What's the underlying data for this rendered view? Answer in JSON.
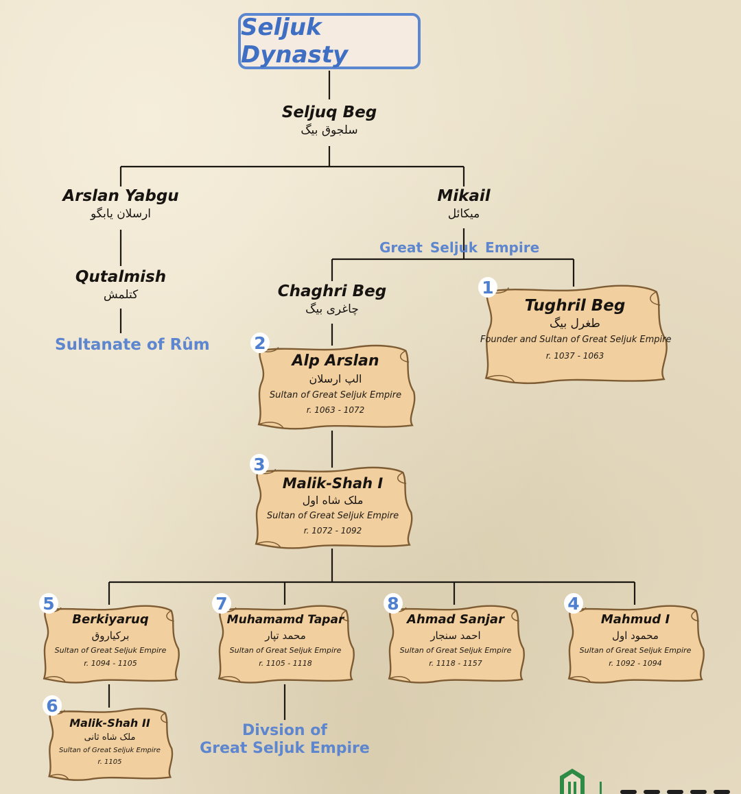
{
  "title": "Seljuk Dynasty",
  "people": {
    "seljuq": {
      "name": "Seljuq Beg",
      "native": "سلجوق بیگ"
    },
    "arslan_yabgu": {
      "name": "Arslan Yabgu",
      "native": "ارسلان یابگو"
    },
    "mikail": {
      "name": "Mikail",
      "native": "میکائل"
    },
    "qutalmish": {
      "name": "Qutalmish",
      "native": "کتلمش"
    },
    "chaghri": {
      "name": "Chaghri Beg",
      "native": "چاغری بیگ"
    }
  },
  "labels": {
    "sultanate_rum": "Sultanate of Rûm",
    "great_seljuk_empire": "Great Seljuk Empire",
    "division_line1": "Divsion of",
    "division_line2": "Great Seljuk Empire"
  },
  "rulers": {
    "tughril": {
      "number": "1",
      "name": "Tughril Beg",
      "native": "طغرل بیگ",
      "role": "Founder and Sultan of Great Seljuk Empire",
      "reign": "r. 1037 - 1063"
    },
    "alp_arslan": {
      "number": "2",
      "name": "Alp Arslan",
      "native": "الپ ارسلان",
      "role": "Sultan of Great Seljuk Empire",
      "reign": "r. 1063 - 1072"
    },
    "malik_shah_1": {
      "number": "3",
      "name": "Malik-Shah I",
      "native": "ملک شاه اول",
      "role": "Sultan of Great Seljuk Empire",
      "reign": "r. 1072 - 1092"
    },
    "berkiyaruq": {
      "number": "5",
      "name": "Berkiyaruq",
      "native": "برکیاروق",
      "role": "Sultan of Great Seljuk Empire",
      "reign": "r. 1094 - 1105"
    },
    "muhammad_tapar": {
      "number": "7",
      "name": "Muhamamd Tapar",
      "native": "محمد تپار",
      "role": "Sultan of Great Seljuk Empire",
      "reign": "r. 1105 - 1118"
    },
    "ahmad_sanjar": {
      "number": "8",
      "name": "Ahmad Sanjar",
      "native": "احمد سنجار",
      "role": "Sultan of Great Seljuk Empire",
      "reign": "r. 1118 - 1157"
    },
    "mahmud_1": {
      "number": "4",
      "name": "Mahmud I",
      "native": "محمود اول",
      "role": "Sultan of Great Seljuk Empire",
      "reign": "r. 1092 - 1094"
    },
    "malik_shah_2": {
      "number": "6",
      "name": "Malik-Shah II",
      "native": "ملک شاه ثانی",
      "role": "Sultan of Great Seljuk Empire",
      "reign": "r. 1105"
    }
  },
  "colors": {
    "accent_blue": "#5d86cf",
    "parchment": "#f2cf9e",
    "line": "#1b1712"
  }
}
